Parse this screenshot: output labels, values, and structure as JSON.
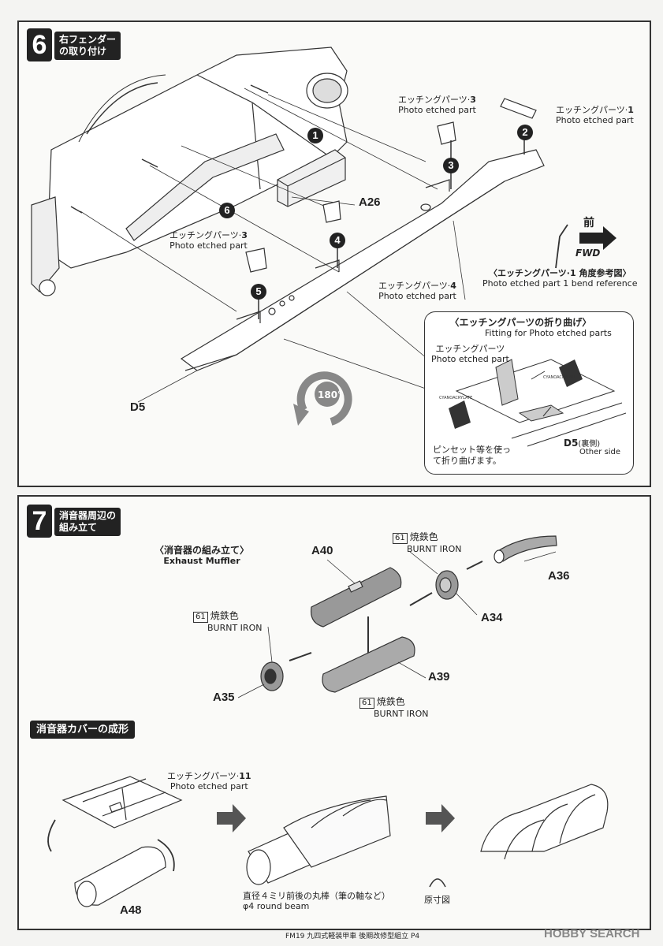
{
  "step6": {
    "number": "6",
    "title_line1": "右フェンダー",
    "title_line2": "の取り付け",
    "labels": {
      "pe3_top_jp": "エッチングパーツ·",
      "pe3_top_num": "3",
      "pe3_top_en": "Photo etched part",
      "pe1_jp": "エッチングパーツ·",
      "pe1_num": "1",
      "pe1_en": "Photo etched part",
      "pe3_mid_jp": "エッチングパーツ·",
      "pe3_mid_num": "3",
      "pe3_mid_en": "Photo etched part",
      "pe4_jp": "エッチングパーツ·",
      "pe4_num": "4",
      "pe4_en": "Photo etched part"
    },
    "parts": {
      "a26": "A26",
      "d5": "D5"
    },
    "callout_numbers": [
      "1",
      "2",
      "3",
      "4",
      "5",
      "6"
    ],
    "fwd_jp": "前",
    "fwd_en": "FWD",
    "bend_ref_jp": "〈エッチングパーツ·1 角度参考図〉",
    "bend_ref_en": "Photo etched part 1 bend reference",
    "rotate": "180°",
    "fitting": {
      "title_jp": "〈エッチングパーツの折り曲げ〉",
      "title_en": "Fitting for Photo etched parts",
      "pe_jp": "エッチングパーツ",
      "pe_en": "Photo etched part",
      "glue": "CYANOACRYLATE",
      "d5_jp": "D5",
      "d5_side_jp": "(裏側)",
      "d5_side_en": "Other side",
      "tweezers_line1": "ピンセット等を使っ",
      "tweezers_line2": "て折り曲げます。"
    }
  },
  "step7": {
    "number": "7",
    "title_line1": "消音器周辺の",
    "title_line2": "組み立て",
    "muffler_jp": "〈消音器の組み立て〉",
    "muffler_en": "Exhaust Muffler",
    "color_code": "61",
    "color_jp": "焼鉄色",
    "color_en": "BURNT IRON",
    "parts": {
      "a40": "A40",
      "a36": "A36",
      "a34": "A34",
      "a35": "A35",
      "a39": "A39",
      "a48": "A48"
    },
    "cover_title": "消音器カバーの成形",
    "pe11_jp": "エッチングパーツ·",
    "pe11_num": "11",
    "pe11_en": "Photo etched part",
    "rod_jp": "直径４ミリ前後の丸棒（筆の軸など）",
    "rod_en": "φ4 round beam",
    "actual_size": "原寸図"
  },
  "footer": {
    "text": "FM19 九四式軽装甲車 後期改修型組立 P4",
    "watermark": "HOBBY SEARCH"
  }
}
